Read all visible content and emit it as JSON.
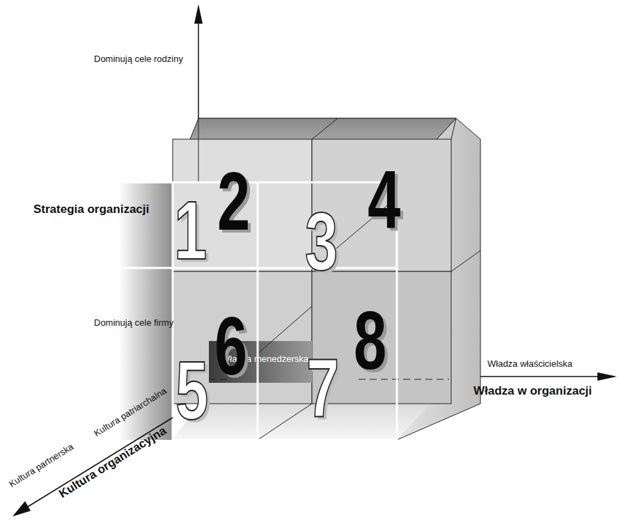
{
  "diagram": {
    "labels": [
      "Dominują cele rodziny",
      "Strategia organizacji",
      "Dominują cele firmy",
      "Władza menedżerska",
      "Władza właścicielska",
      "Władza w organizacji",
      "Kultura patriarchalna",
      "Kultura partnerska",
      "Kultura organizacyjna",
      "1",
      "2",
      "3",
      "4",
      "5",
      "6",
      "7",
      "8"
    ]
  }
}
